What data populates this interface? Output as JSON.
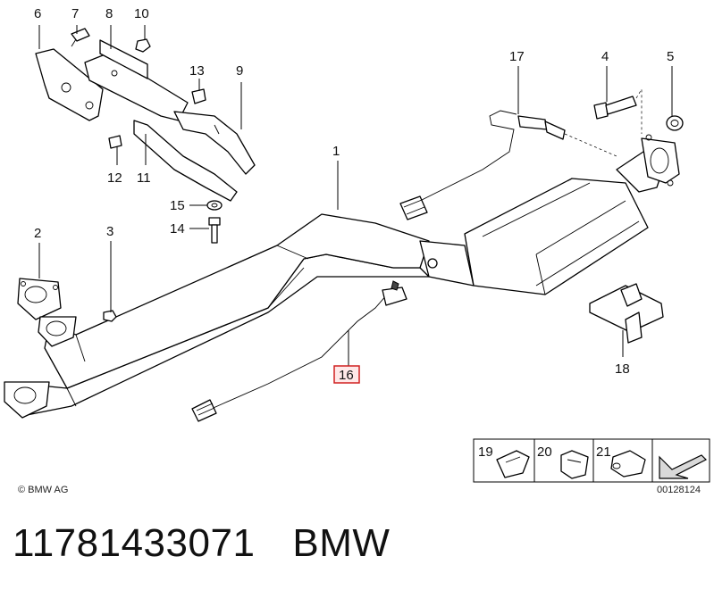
{
  "callouts": {
    "c1": "1",
    "c2": "2",
    "c3": "3",
    "c4": "4",
    "c5": "5",
    "c6": "6",
    "c7": "7",
    "c8": "8",
    "c9": "9",
    "c10": "10",
    "c11": "11",
    "c12": "12",
    "c13": "13",
    "c14": "14",
    "c15": "15",
    "c16": "16",
    "c17": "17",
    "c18": "18",
    "c19": "19",
    "c20": "20",
    "c21": "21"
  },
  "copyright": "© BMW AG",
  "diagram_code": "00128124",
  "part_number": "11781433071",
  "brand": "BMW",
  "colors": {
    "highlight_border": "#d02020",
    "highlight_fill": "#ffe8e8"
  }
}
